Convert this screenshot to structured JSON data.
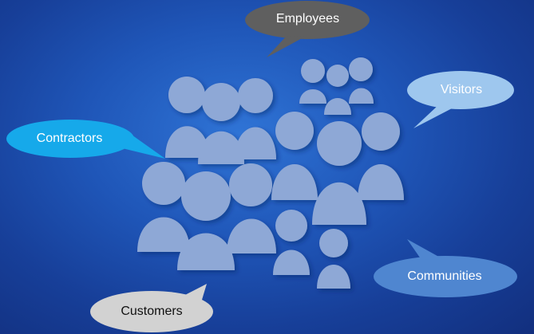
{
  "labels": {
    "employees": "Employees",
    "visitors": "Visitors",
    "contractors": "Contractors",
    "communities": "Communities",
    "customers": "Customers"
  },
  "colors": {
    "background_center": "#2f74d6",
    "background_edge": "#122f7e",
    "people": "#8ea8d6",
    "employees_bubble": "#5f5f5f",
    "visitors_bubble": "#9ec7ee",
    "contractors_bubble": "#16a9ea",
    "communities_bubble": "#4f86d0",
    "customers_bubble": "#d2d2d2"
  },
  "icons": {
    "group": "people-group-icon"
  }
}
